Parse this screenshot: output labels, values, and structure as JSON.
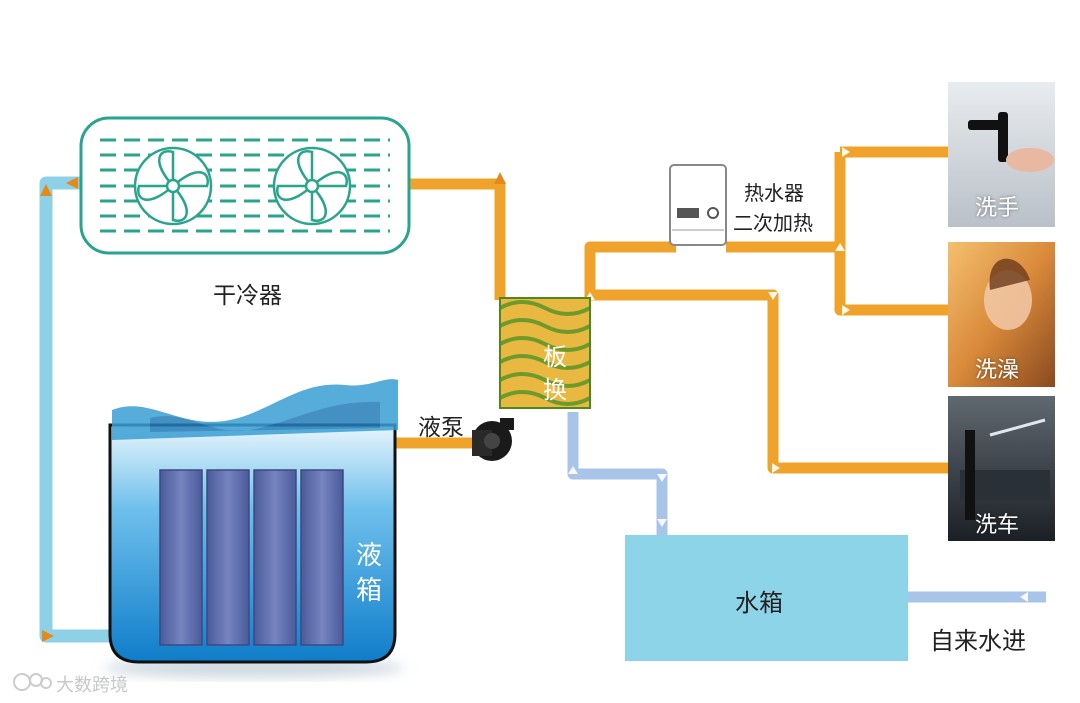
{
  "labels": {
    "dry_cooler": "干冷器",
    "liquid_tank_line1": "液",
    "liquid_tank_line2": "箱",
    "liquid_pump": "液泵",
    "plate_hx_line1": "板",
    "plate_hx_line2": "换",
    "water_heater_line1": "热水器",
    "water_heater_line2": "二次加热",
    "water_tank": "水箱",
    "tap_water_in": "自来水进"
  },
  "outlets": [
    {
      "label": "洗手",
      "icon": "faucet-hand-photo"
    },
    {
      "label": "洗澡",
      "icon": "shower-photo"
    },
    {
      "label": "洗车",
      "icon": "car-wash-photo"
    }
  ],
  "watermark": "大数跨境",
  "colors": {
    "coolant_pipe": "#8ed0e6",
    "hot_pipe": "#f0a32a",
    "cold_pipe": "#a8c4e8",
    "dry_cooler": "#2aa48e",
    "water_tank": "#8ed4e8",
    "liquid_tank": "#1d8fd6",
    "plate_hx_outer": "#6e9a2c",
    "plate_hx_inner": "#e8b840"
  }
}
